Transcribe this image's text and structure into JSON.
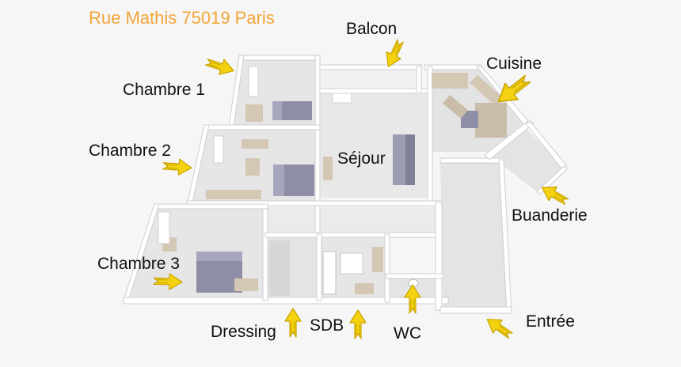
{
  "address": "Rue Mathis 75019 Paris",
  "rooms": {
    "balcon": "Balcon",
    "cuisine": "Cuisine",
    "chambre1": "Chambre 1",
    "chambre2": "Chambre 2",
    "chambre3": "Chambre 3",
    "sejour": "Séjour",
    "buanderie": "Buanderie",
    "dressing": "Dressing",
    "sdb": "SDB",
    "wc": "WC",
    "entree": "Entrée"
  },
  "colors": {
    "address": "#f3a43a",
    "arrow_fill": "#f5d20f",
    "arrow_stroke": "#c9a400",
    "floor": "#e6e6e6",
    "wall_top": "#ffffff",
    "wall_side": "#d8d8d8",
    "furniture_bed": "#8e8fa6",
    "furniture_wood": "#d4c7b4"
  },
  "icons": {
    "pointer": "yellow-arrow-icon"
  }
}
